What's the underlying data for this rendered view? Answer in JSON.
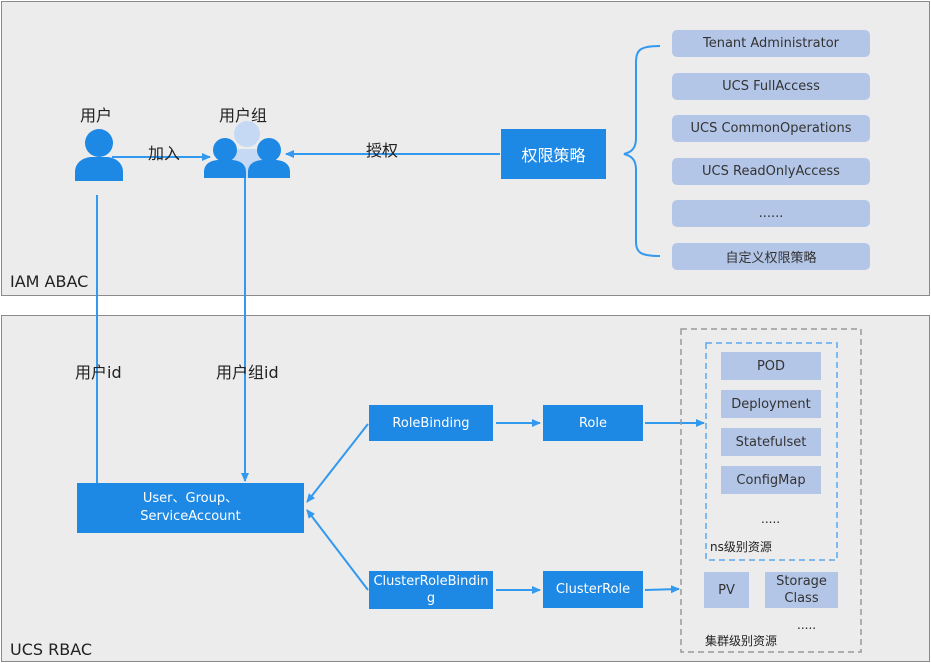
{
  "iam": {
    "title": "IAM ABAC",
    "user_label": "用户",
    "group_label": "用户组",
    "join_label": "加入",
    "authorize_label": "授权",
    "policy_box": "权限策略",
    "policies": [
      "Tenant Administrator",
      "UCS FullAccess",
      "UCS CommonOperations",
      "UCS ReadOnlyAccess",
      "......",
      "自定义权限策略"
    ]
  },
  "ucs": {
    "title": "UCS RBAC",
    "user_id_label": "用户id",
    "group_id_label": "用户组id",
    "subject_line1": "User、Group、",
    "subject_line2": "ServiceAccount",
    "rolebinding": "RoleBinding",
    "role": "Role",
    "clusterrolebinding_line1": "ClusterRoleBindin",
    "clusterrolebinding_line2": "g",
    "clusterrole": "ClusterRole",
    "ns_resources": [
      "POD",
      "Deployment",
      "Statefulset",
      "ConfigMap"
    ],
    "ns_more": ".....",
    "ns_label": "ns级别资源",
    "cluster_resources": {
      "pv": "PV",
      "storage_line1": "Storage",
      "storage_line2": "Class"
    },
    "cluster_more": ".....",
    "cluster_label": "集群级别资源"
  },
  "colors": {
    "accent": "#1e88e5",
    "arrow": "#3399ee",
    "policy_fill": "#b4c6e7",
    "panel_bg": "#ececec"
  }
}
